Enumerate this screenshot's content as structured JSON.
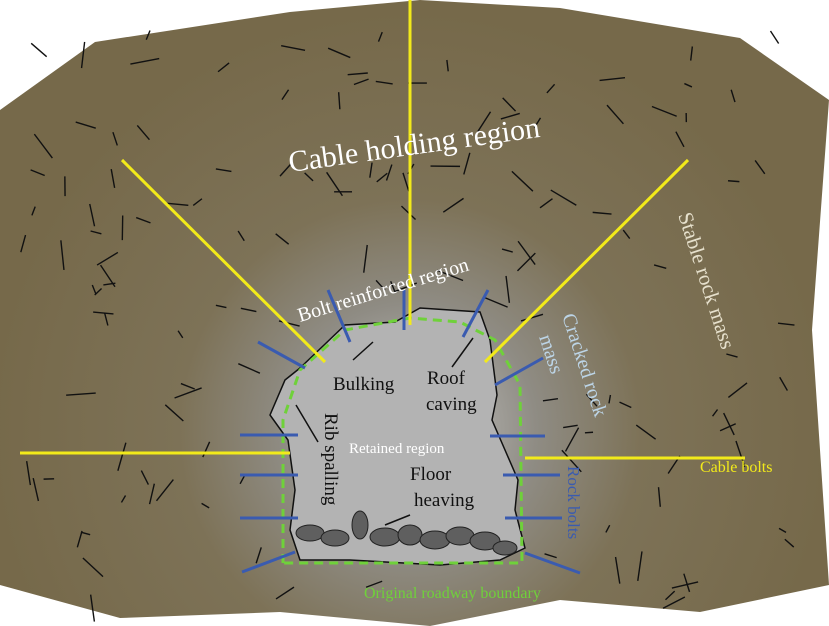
{
  "labels": {
    "cable_region": "Cable holding region",
    "stable": "Stable rock mass",
    "bolt_region": "Bolt reinforced region",
    "cracked_1": "Cracked rock",
    "cracked_2": "mass",
    "bulking": "Bulking",
    "roof_1": "Roof",
    "roof_2": "caving",
    "rib": "Rib spalling",
    "retained": "Retained region",
    "floor_1": "Floor",
    "floor_2": "heaving",
    "cable_bolts": "Cable bolts",
    "rock_bolts": "Rock bolts",
    "boundary": "Original roadway boundary"
  },
  "colors": {
    "rock": "#7b6e4f",
    "cable": "#f2ea1a",
    "bolt": "#3a5bb0",
    "boundary": "#6fd13a",
    "cracked": "#bcd4e6"
  }
}
